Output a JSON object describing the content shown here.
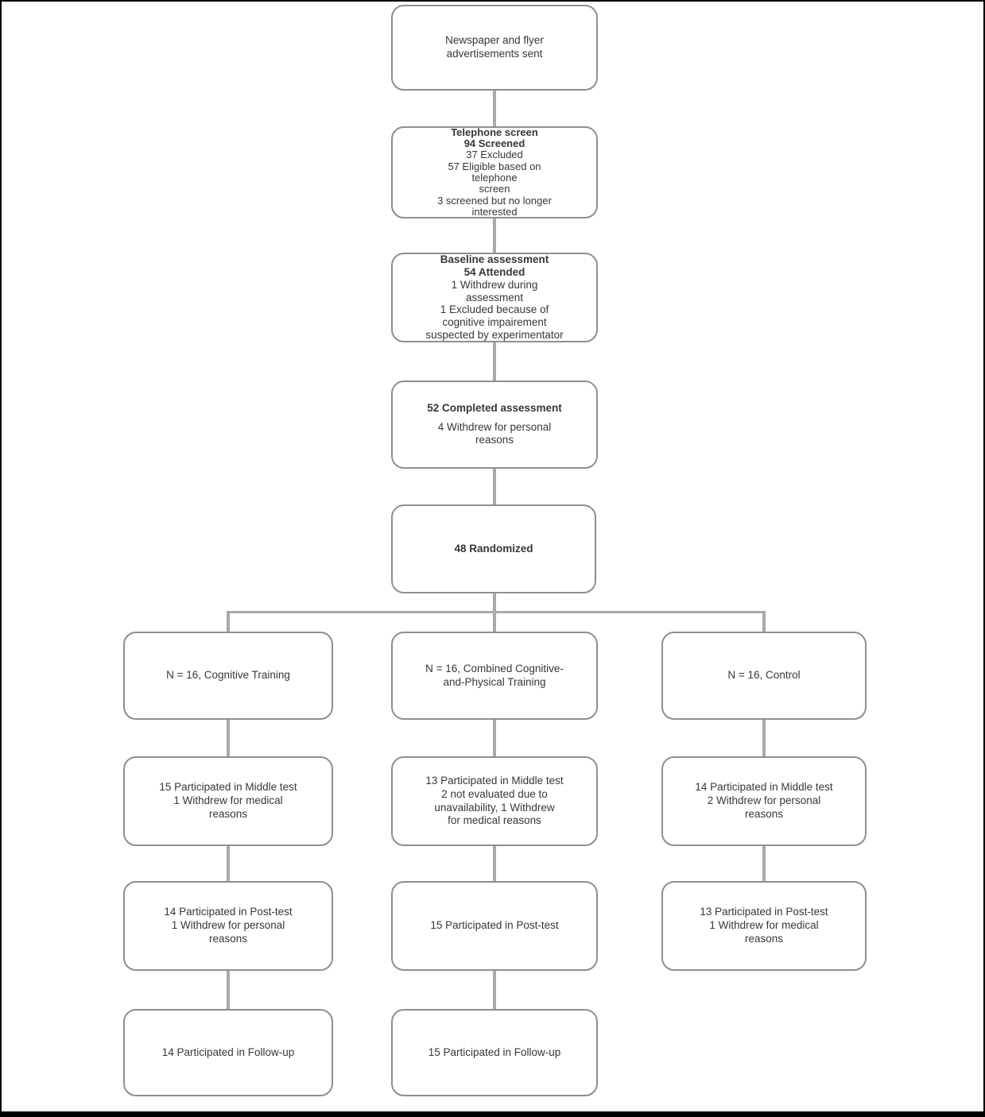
{
  "figure": {
    "type": "participant-flow-diagram",
    "colors": {
      "background": "#ffffff",
      "frame": "#000000",
      "box_border": "#8f8f8f",
      "connector": "#a9a9a9",
      "text": "#373737"
    }
  },
  "boxes": {
    "ads": {
      "lines": [
        {
          "t": "Newspaper and flyer"
        },
        {
          "t": "advertisements sent"
        }
      ]
    },
    "telephone": {
      "lines": [
        {
          "t": "Telephone screen",
          "b": true
        },
        {
          "t": "94 Screened",
          "b": true
        },
        {
          "t": "37 Excluded"
        },
        {
          "t": "57 Eligible based on"
        },
        {
          "t": "telephone"
        },
        {
          "t": "screen"
        },
        {
          "t": "3 screened but no longer"
        },
        {
          "t": "interested"
        }
      ]
    },
    "baseline": {
      "lines": [
        {
          "t": "Baseline assessment",
          "b": true
        },
        {
          "t": "54 Attended",
          "b": true
        },
        {
          "t": "1 Withdrew during"
        },
        {
          "t": "assessment"
        },
        {
          "t": "1 Excluded because of"
        },
        {
          "t": "cognitive impairement"
        },
        {
          "t": "suspected by experimentator"
        }
      ]
    },
    "completed": {
      "lines": [
        {
          "t": "52 Completed assessment",
          "b": true
        },
        {
          "t": "4 Withdrew for personal"
        },
        {
          "t": "reasons"
        }
      ]
    },
    "randomized": {
      "lines": [
        {
          "t": "48 Randomized",
          "b": true
        }
      ]
    },
    "cognitive_1": {
      "lines": [
        {
          "t": "N = 16, Cognitive Training"
        }
      ]
    },
    "combined_1": {
      "lines": [
        {
          "t": "N = 16, Combined Cognitive-"
        },
        {
          "t": "and-Physical Training"
        }
      ]
    },
    "control_1": {
      "lines": [
        {
          "t": "N = 16, Control"
        }
      ]
    },
    "cognitive_2": {
      "lines": [
        {
          "t": "15 Participated in Middle test"
        },
        {
          "t": "1 Withdrew for medical"
        },
        {
          "t": "reasons"
        }
      ]
    },
    "combined_2": {
      "lines": [
        {
          "t": "13 Participated in Middle test"
        },
        {
          "t": "2 not evaluated due to"
        },
        {
          "t": "unavailability, 1 Withdrew"
        },
        {
          "t": "for medical reasons"
        }
      ]
    },
    "control_2": {
      "lines": [
        {
          "t": "14 Participated in Middle test"
        },
        {
          "t": "2 Withdrew  for personal"
        },
        {
          "t": "reasons"
        }
      ]
    },
    "cognitive_3": {
      "lines": [
        {
          "t": "14 Participated in Post-test"
        },
        {
          "t": "1 Withdrew for personal"
        },
        {
          "t": "reasons"
        }
      ]
    },
    "combined_3": {
      "lines": [
        {
          "t": "15 Participated in Post-test"
        }
      ]
    },
    "control_3": {
      "lines": [
        {
          "t": "13 Participated in Post-test"
        },
        {
          "t": "1 Withdrew for medical"
        },
        {
          "t": "reasons"
        }
      ]
    },
    "cognitive_4": {
      "lines": [
        {
          "t": "14 Participated in Follow-up"
        }
      ]
    },
    "combined_4": {
      "lines": [
        {
          "t": "15 Participated in Follow-up"
        }
      ]
    }
  }
}
